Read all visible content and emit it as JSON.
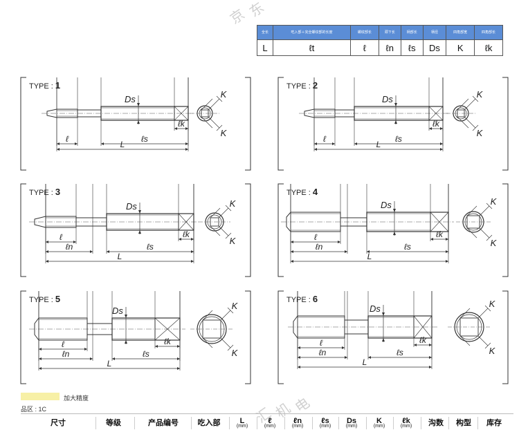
{
  "legend": {
    "headers": [
      "全长",
      "吃入部＋完全螺纹部的长度",
      "螺纹部长",
      "颈下长",
      "柄部长",
      "柄径",
      "四角部宽",
      "四角部长"
    ],
    "symbols": [
      "L",
      "ℓt",
      "ℓ",
      "ℓn",
      "ℓs",
      "Ds",
      "K",
      "ℓk"
    ]
  },
  "types": [
    {
      "prefix": "TYPE : ",
      "num": "1"
    },
    {
      "prefix": "TYPE : ",
      "num": "2"
    },
    {
      "prefix": "TYPE : ",
      "num": "3"
    },
    {
      "prefix": "TYPE : ",
      "num": "4"
    },
    {
      "prefix": "TYPE : ",
      "num": "5"
    },
    {
      "prefix": "TYPE : ",
      "num": "6"
    }
  ],
  "dims": {
    "Ds": "Ds",
    "l": "ℓ",
    "ln": "ℓn",
    "ls": "ℓs",
    "lk": "ℓk",
    "L": "L",
    "K": "K"
  },
  "note": {
    "swatch_color": "#f7f0a6",
    "text": "加大精度"
  },
  "product_area": "品区 : 1C",
  "table_headers": [
    {
      "label": "尺寸",
      "unit": ""
    },
    {
      "label": "等级",
      "unit": ""
    },
    {
      "label": "产品编号",
      "unit": ""
    },
    {
      "label": "吃入部",
      "unit": ""
    },
    {
      "label": "L",
      "unit": "(mm)"
    },
    {
      "label": "ℓ",
      "unit": "(mm)"
    },
    {
      "label": "ℓn",
      "unit": "(mm)"
    },
    {
      "label": "ℓs",
      "unit": "(mm)"
    },
    {
      "label": "Ds",
      "unit": "(mm)"
    },
    {
      "label": "K",
      "unit": "(mm)"
    },
    {
      "label": "ℓk",
      "unit": "(mm)"
    },
    {
      "label": "沟数",
      "unit": ""
    },
    {
      "label": "构型",
      "unit": ""
    },
    {
      "label": "库存",
      "unit": ""
    }
  ],
  "watermarks": [
    "京",
    "东",
    "汇",
    "机",
    "电"
  ],
  "colors": {
    "header_blue": "#5b8dd6",
    "line": "#333333"
  }
}
